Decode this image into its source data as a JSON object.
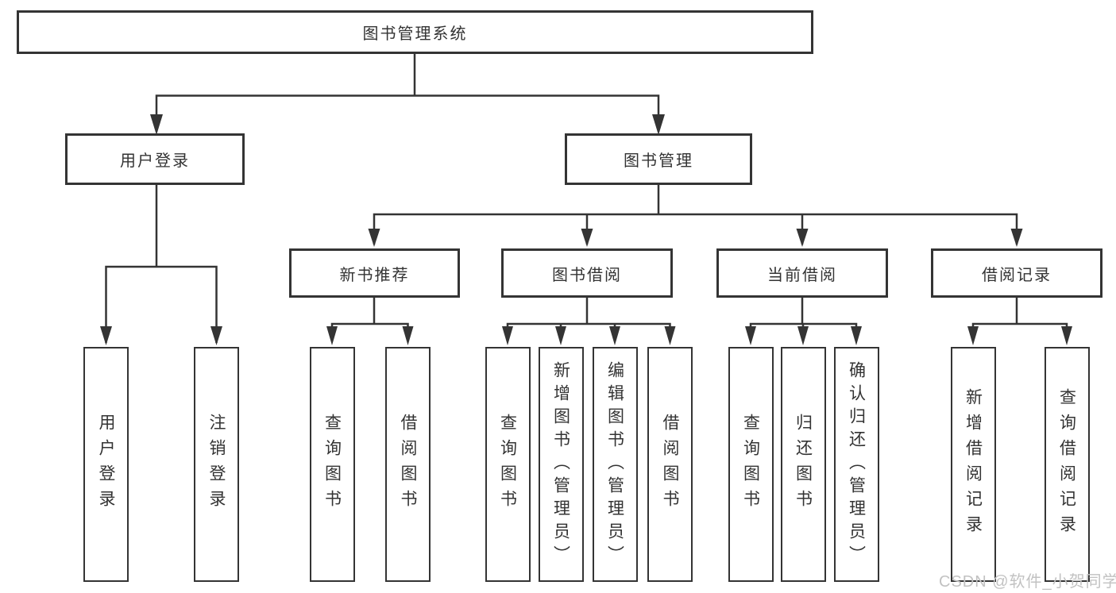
{
  "colors": {
    "line": "#343434",
    "text": "#333333",
    "background": "#ffffff",
    "watermark": "#c2c2c2"
  },
  "tree": {
    "root": {
      "label": "图书管理系统"
    },
    "branches": [
      {
        "label": "用户登录",
        "children": [
          {
            "label": "用户登录"
          },
          {
            "label": "注销登录"
          }
        ]
      },
      {
        "label": "图书管理",
        "children": [
          {
            "label": "新书推荐",
            "children": [
              {
                "label": "查询图书"
              },
              {
                "label": "借阅图书"
              }
            ]
          },
          {
            "label": "图书借阅",
            "children": [
              {
                "label": "查询图书"
              },
              {
                "label": "新增图书（管理员）"
              },
              {
                "label": "编辑图书（管理员）"
              },
              {
                "label": "借阅图书"
              }
            ]
          },
          {
            "label": "当前借阅",
            "children": [
              {
                "label": "查询图书"
              },
              {
                "label": "归还图书"
              },
              {
                "label": "确认归还（管理员）"
              }
            ]
          },
          {
            "label": "借阅记录",
            "children": [
              {
                "label": "新增借阅记录"
              },
              {
                "label": "查询借阅记录"
              }
            ]
          }
        ]
      }
    ]
  },
  "watermark": {
    "text": "CSDN @软件_小贺同学"
  }
}
